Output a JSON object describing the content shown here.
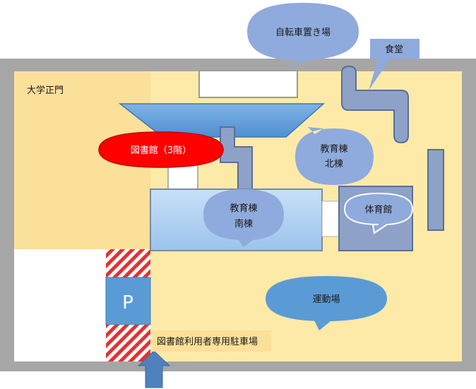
{
  "map": {
    "labels": {
      "main_gate": "大学正門",
      "bicycle_parking": "自転車置き場",
      "cafeteria": "食堂",
      "library": "図書館（3階）",
      "education_north_line1": "教育棟",
      "education_north_line2": "北棟",
      "education_south_line1": "教育棟",
      "education_south_line2": "南棟",
      "gymnasium": "体育館",
      "sports_field": "運動場",
      "parking_symbol": "P",
      "library_parking": "図書館利用者専用駐車場"
    },
    "colors": {
      "campus_fill": "#fdeaa8",
      "gate_area_fill": "#fbe09a",
      "wall": "#a6a6a6",
      "callout_blue": "#8faadc",
      "callout_dark_blue": "#5b9bd5",
      "library_red": "#ff0000",
      "building_light_blue": "#a9cdf2",
      "building_gray_blue": "#8ea2c8",
      "entrance_arrow": "#4f81bd"
    }
  }
}
